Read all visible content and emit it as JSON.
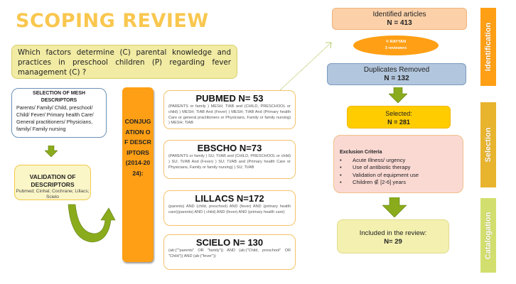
{
  "title": "SCOPING REVIEW",
  "question": "Which factors determine (C) parental knowledge and practices in preschool children (P) regarding fever management (C) ?",
  "mesh": {
    "heading": "SELECTION OF MESH DESCRIPTORS",
    "terms": "Parents/ Family/ Child, preschool/ Child/ Fever/ Primary health Care/ General practitioners/ Physicians, family/ Family nursing"
  },
  "validation": {
    "heading": "VALIDATION OF DESCRIPTORS",
    "sources": "Pubmed; Cinhal; Cochrane; Lillacs; Scielo"
  },
  "conjugation": "CONJUGATION OF DESCRIPTORS (2014-2024):",
  "databases": [
    {
      "name": "PUBMED N= 53",
      "query": "(PARENTS or family ) MESH; TIAB and (CHILD, PRESCHOOL or child) ) MESH; TIAB And (Fever) ) MESH; TIAB And (Primary health Care or general practitioners or Physicians, Family or family nursing) ) MESH; TIAB"
    },
    {
      "name": "EBSCHO N=73",
      "query": "(PARENTS or family ) SU; TI/AB and (CHILD, PRESCHOOL or child) ) SU; TI/AB And (Fever) ) SU; TI/AB and (Primary health Care or Physicians, Family or family nursing) ) SU; TI/AB"
    },
    {
      "name": "LILLACS N=172",
      "query": "(parents) AND (child, preschool) AND (fever) AND (primary health care)(parents) AND ( child) AND (fever) AND (primary health care)"
    },
    {
      "name": "SCIELO N= 130",
      "query": "(ab:(\"\"parents\" OR \"family\")) AND (ab:(\"Child, preschool\" OR \"Child\")) AND (ab:(\"fever\"))"
    }
  ],
  "flow": {
    "identified": {
      "label": "Identified articles",
      "n": "N = 413"
    },
    "rayyan": {
      "line1": "© RAYYAN",
      "line2": "3 reviewers"
    },
    "duplicates": {
      "label": "Duplicates Removed",
      "n": "N = 132"
    },
    "selected": {
      "label": "Selected:",
      "n": "N = 281"
    },
    "exclusion": {
      "heading": "Exclusion Criteria",
      "items": [
        "Acute Illness/ urgency",
        "Use of antibiotic therapy",
        "Validation of equipment use",
        "Children ∉ [2-6] years"
      ]
    },
    "included": {
      "label": "Included in the review:",
      "n": "N= 29"
    }
  },
  "phases": [
    "Identification",
    "Selection",
    "Catalogation"
  ],
  "colors": {
    "title": "#f9c74f",
    "orange": "#ff9f15",
    "arrow_green": "#8aac1c",
    "selection_band": "#e8b42e",
    "catalogation_band": "#d2df6e"
  }
}
